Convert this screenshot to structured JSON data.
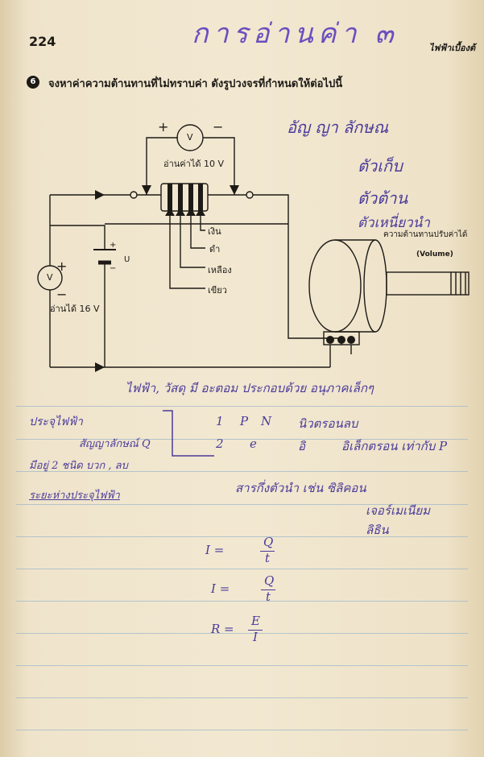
{
  "header": {
    "page_number": "224",
    "running_title": "ไฟฟ้าเบื้องต้",
    "handwritten_title": "การอ่านค่า ๓"
  },
  "exercise": {
    "number": "6",
    "instruction": "จงหาค่าความต้านทานที่ไม่ทราบค่า ดังรูปวงจรที่กำหนดให้ต่อไปนี้"
  },
  "circuit": {
    "top_meter_symbol": "V",
    "top_plus": "+",
    "top_minus": "−",
    "top_reading": "อ่านค่าได้  10 V",
    "left_meter_symbol": "V",
    "left_plus": "+",
    "left_minus": "−",
    "left_reading": "อ่านได้  16 V",
    "battery_plus": "+",
    "battery_minus": "−",
    "battery_label": "U",
    "band_labels": [
      "เงิน",
      "ดำ",
      "เหลือง",
      "เขียว"
    ],
    "pot_label": "ความต้านทานปรับค่าได้",
    "pot_sublabel": "(Volume)"
  },
  "handwriting": {
    "top_notes": [
      "อัญ ญา ลักษณ",
      "ตัวเก็บ",
      "ตัวต้าน",
      "ตัวเหนี่ยวนำ"
    ],
    "line_intro": "ไฟฟ้า, วัสดุ    มี  อะตอม ประกอบด้วย อนุภาคเล็กๆ",
    "left_notes": [
      "ประจุไฟฟ้า",
      "สัญญาลักษณ์ Q",
      "มีอยู่ 2 ชนิด  บวก , ลบ",
      "ระยะห่างประจุไฟฟ้า"
    ],
    "table_row1": [
      "1",
      "P",
      "N",
      "นิวตรอนลบ"
    ],
    "table_row2": [
      "2",
      "e",
      "อิ",
      "อิเล็กตรอน เท่ากับ  P"
    ],
    "conductors": [
      "สารกึ่งตัวนำ    เช่น  ซิลิคอน",
      "เจอร์เมเนียม",
      "ลิธิน"
    ]
  },
  "formulas": [
    {
      "lhs": "I =",
      "num": "Q",
      "den": "t"
    },
    {
      "lhs": "I =",
      "num": "Q",
      "den": "t"
    },
    {
      "lhs": "R =",
      "num": "E",
      "den": "I"
    }
  ]
}
